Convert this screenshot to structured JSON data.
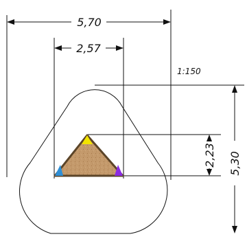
{
  "scale": "1:150",
  "dimensions": {
    "outer_width": "5,70",
    "inner_width": "2,57",
    "inner_height": "2,23",
    "outer_height": "5,30"
  },
  "colors": {
    "line": "#111111",
    "board_fill": "#c49a6c",
    "board_border": "#5b4428",
    "corner_top": "#f2e400",
    "corner_left": "#2e8fd6",
    "corner_right": "#8a2be2"
  }
}
